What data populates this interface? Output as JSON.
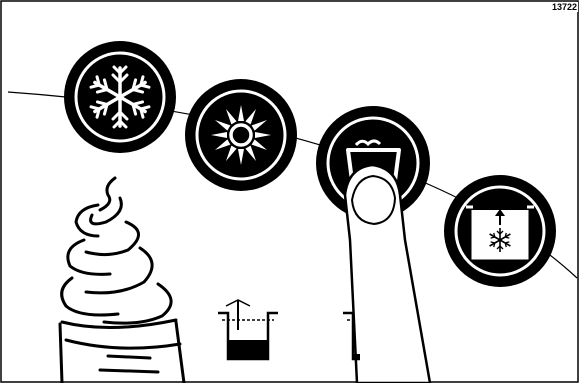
{
  "figure": {
    "code": "13722"
  },
  "buttons": [
    {
      "name": "freeze-button",
      "icon": "snowflake-icon",
      "state": "idle"
    },
    {
      "name": "standby-button",
      "icon": "sun-icon",
      "state": "idle"
    },
    {
      "name": "dispense-button",
      "icon": "cup-icon",
      "state": "pressed"
    },
    {
      "name": "refill-freeze-button",
      "icon": "mix-refill-snowflake-icon",
      "state": "idle"
    }
  ],
  "indicators": [
    {
      "name": "hopper-level-full",
      "icon": "hopper-level-icon",
      "level": 0.45
    },
    {
      "name": "hopper-level-low",
      "icon": "hopper-level-icon",
      "level": 0.1
    }
  ],
  "colors": {
    "ink": "#000000",
    "paper": "#ffffff"
  }
}
